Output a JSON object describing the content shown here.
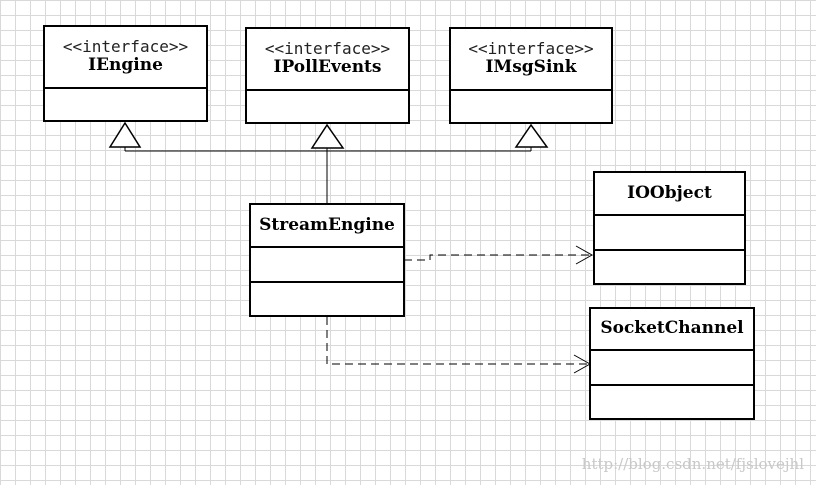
{
  "interfaces": [
    {
      "stereotype": "<<interface>>",
      "name": "IEngine"
    },
    {
      "stereotype": "<<interface>>",
      "name": "IPollEvents"
    },
    {
      "stereotype": "<<interface>>",
      "name": "IMsgSink"
    }
  ],
  "classes": {
    "stream_engine": {
      "name": "StreamEngine"
    },
    "io_object": {
      "name": "IOObject"
    },
    "socket_channel": {
      "name": "SocketChannel"
    }
  },
  "watermark": "http://blog.csdn.net/fjslovejhl"
}
